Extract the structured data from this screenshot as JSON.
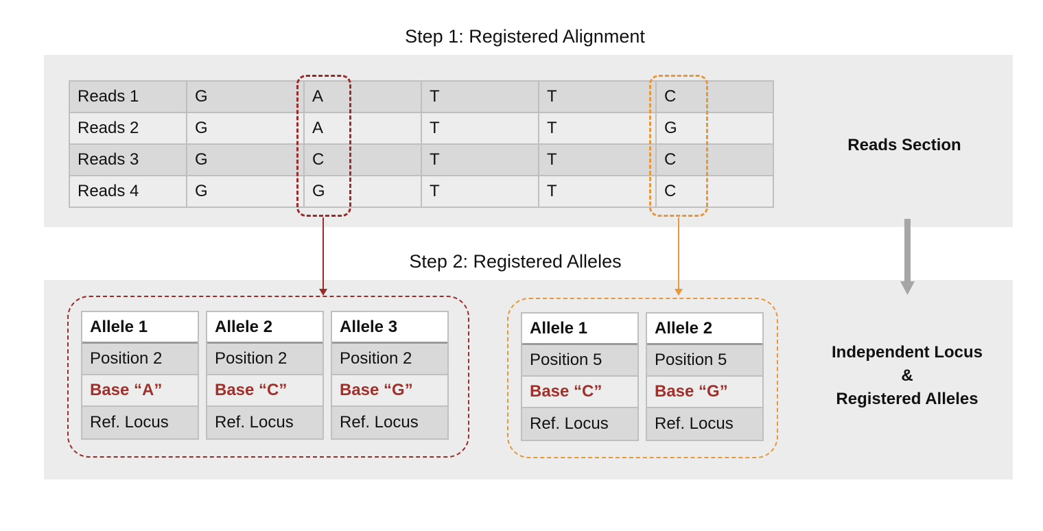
{
  "step1_title": "Step 1:  Registered Alignment",
  "step2_title": "Step 2:  Registered Alleles",
  "reads": [
    {
      "label": "Reads 1",
      "bases": [
        "G",
        "A",
        "T",
        "T",
        "C"
      ]
    },
    {
      "label": "Reads 2",
      "bases": [
        "G",
        "A",
        "T",
        "T",
        "G"
      ]
    },
    {
      "label": "Reads 3",
      "bases": [
        "G",
        "C",
        "T",
        "T",
        "C"
      ]
    },
    {
      "label": "Reads 4",
      "bases": [
        "G",
        "G",
        "T",
        "T",
        "C"
      ]
    }
  ],
  "reads_section_label": "Reads Section",
  "locus_label": {
    "line1": "Independent Locus",
    "line2": "&",
    "line3": "Registered Alleles"
  },
  "groups": [
    {
      "alleles": [
        {
          "title": "Allele 1",
          "position": "Position 2",
          "base": "Base “A”",
          "ref": "Ref. Locus"
        },
        {
          "title": "Allele 2",
          "position": "Position 2",
          "base": "Base “C”",
          "ref": "Ref. Locus"
        },
        {
          "title": "Allele 3",
          "position": "Position 2",
          "base": "Base “G”",
          "ref": "Ref. Locus"
        }
      ]
    },
    {
      "alleles": [
        {
          "title": "Allele 1",
          "position": "Position 5",
          "base": "Base “C”",
          "ref": "Ref. Locus"
        },
        {
          "title": "Allele 2",
          "position": "Position 5",
          "base": "Base “G”",
          "ref": "Ref. Locus"
        }
      ]
    }
  ],
  "colors": {
    "band": "#ececec",
    "cell_dark": "#d9d9d9",
    "cell_light": "#ededed",
    "accent_red": "#9b2a2a",
    "accent_orange": "#e8963a",
    "arrow_gray": "#a6a6a6",
    "base_text": "#a1302b"
  }
}
